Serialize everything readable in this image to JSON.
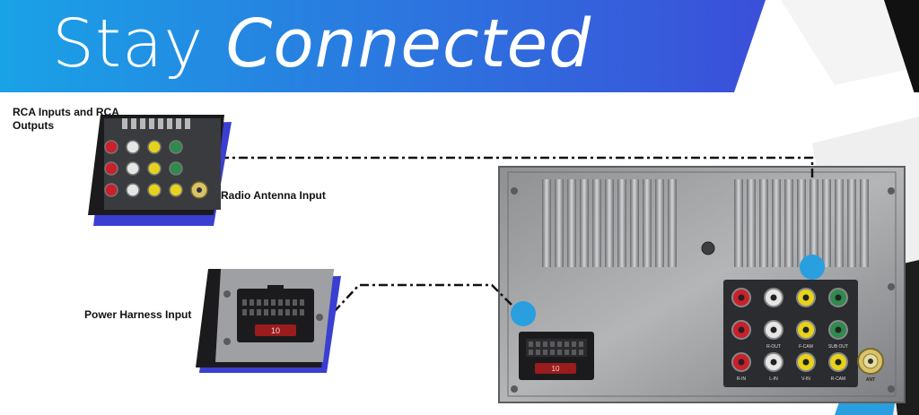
{
  "headline": {
    "part1": "Stay",
    "part2": "Connected"
  },
  "callouts": {
    "rca": "RCA Inputs and RCA Outputs",
    "antenna": "Radio Antenna Input",
    "power": "Power Harness Input"
  },
  "fuse_label": "10",
  "jack_labels": {
    "r_in": "R-IN",
    "l_in": "L-IN",
    "v_in": "V-IN",
    "r_cam": "R-CAM",
    "ant": "ANT",
    "f_cam": "F-CAM",
    "r_out": "R-OUT",
    "sub_out": "SUB OUT"
  },
  "colors": {
    "banner_start": "#1aa2e6",
    "banner_end": "#3b4fd9",
    "accent_blue": "#2a9fe0",
    "shadow_blue": "#3a3fd1",
    "jack_red": "#c9202a",
    "jack_white": "#e6e6e6",
    "jack_yellow": "#e7d21c",
    "jack_green": "#2f8a4d"
  }
}
